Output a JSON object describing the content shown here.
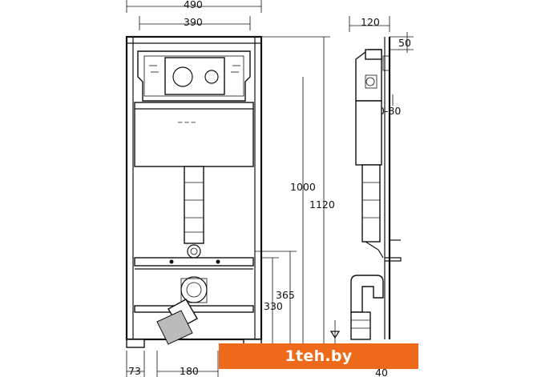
{
  "drawing": {
    "dimensions": {
      "total_width": "490",
      "inner_width": "390",
      "depth": "120",
      "top_offset": "50",
      "adjust_range": "10-80",
      "height_1000": "1000",
      "height_1120": "1120",
      "height_365": "365",
      "height_330": "330",
      "bottom_73": "73",
      "bottom_180": "180",
      "bottom_right_partial": "40"
    },
    "logo_mark": "─ ─ ─"
  },
  "watermark": {
    "text": "1teh.by",
    "color": "#ee6a1a"
  }
}
